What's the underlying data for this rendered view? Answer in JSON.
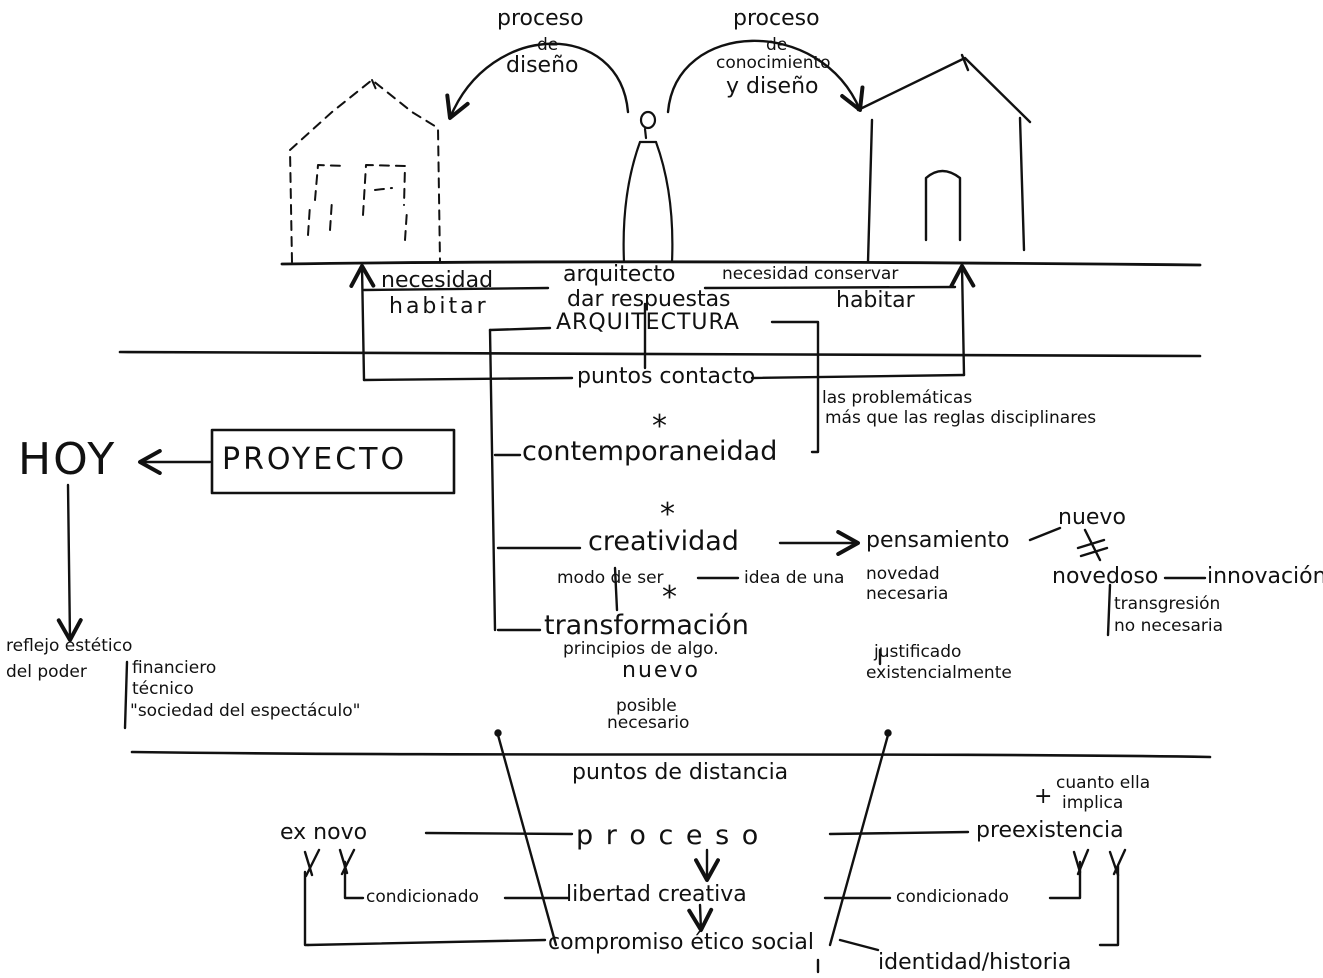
{
  "sketch": {
    "top_left_arrow": {
      "line1": "proceso",
      "line2": "de",
      "line3": "diseño"
    },
    "top_right_arrow": {
      "line1": "proceso",
      "line2": "de",
      "line3": "conocimiento",
      "line4": "y diseño"
    },
    "under_ground": {
      "left_need": "necesidad",
      "left_inhabit": "habitar",
      "architect": "arquitecto",
      "give_answers": "dar respuestas",
      "right_need": "necesidad conservar",
      "right_inhabit": "habitar"
    },
    "arquitectura": "ARQUITECTURA",
    "puntos_contacto": "puntos contacto",
    "problematicas": {
      "line1": "las problemáticas",
      "line2": "más que las reglas disciplinares"
    },
    "hoy": "HOY",
    "proyecto": "PROYECTO",
    "contemporaneidad": "contemporaneidad",
    "creatividad": "creatividad",
    "pensamiento": "pensamiento",
    "nuevo_right": "nuevo",
    "not_equal": "≠",
    "novedoso": "novedoso",
    "innovacion": "innovación",
    "transgresion": {
      "line1": "transgresión",
      "line2": "no necesaria"
    },
    "modo_de_ser": "modo de ser",
    "idea_de_una": "idea de una",
    "novedad_necesaria": {
      "line1": "novedad",
      "line2": "necesaria"
    },
    "transformacion": "transformación",
    "principios": "principios de algo.",
    "nuevo_center": "nuevo",
    "posible": "posible",
    "necesario": "necesario",
    "justificado": {
      "line1": "justificado",
      "line2": "existencialmente"
    },
    "reflejo": {
      "line1": "reflejo estético",
      "line2": "del poder"
    },
    "financiero": {
      "line1": "financiero",
      "line2": "técnico",
      "line3": "\"sociedad del espectáculo\""
    },
    "asterisk": "*",
    "puntos_distancia": "puntos de distancia",
    "ex_novo": "ex novo",
    "proceso": "p r o c e s o",
    "preexistencia": "preexistencia",
    "cuanto_ella": {
      "plus": "+",
      "line1": "cuanto ella",
      "line2": "implica"
    },
    "condicionado_left": "condicionado",
    "libertad_creativa": "libertad creativa",
    "condicionado_right": "condicionado",
    "compromiso": "compromiso ético social",
    "identidad": "identidad/historia"
  }
}
